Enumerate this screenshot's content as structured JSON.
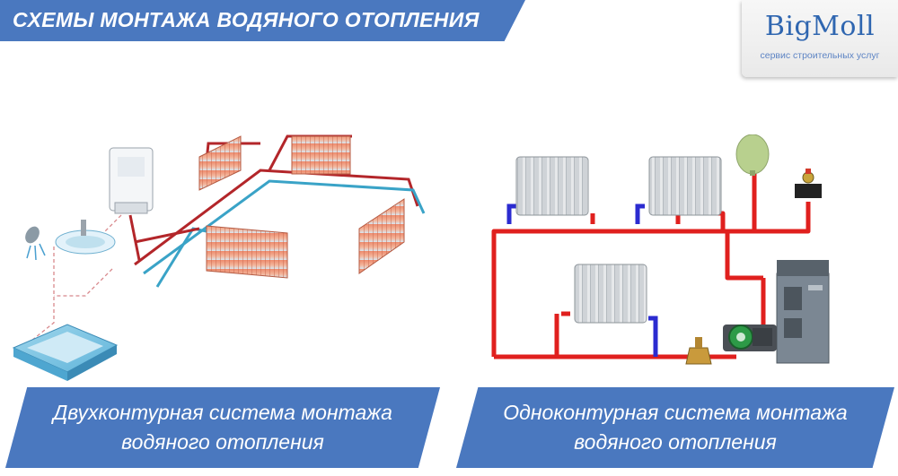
{
  "header": {
    "title": "СХЕМЫ МОНТАЖА ВОДЯНОГО ОТОПЛЕНИЯ"
  },
  "logo": {
    "name": "BigMoll",
    "tagline": "сервис строительных услуг"
  },
  "captions": {
    "left": "Двухконтурная система монтажа водяного отопления",
    "right": "Одноконтурная система монтажа водяного отопления"
  },
  "colors": {
    "banner": "#4a78bf",
    "hot_pipe": "#e0201e",
    "cold_pipe": "#2b2bd0",
    "return_pipe": "#3aa3c7",
    "radiator_hot": "#ee8a6c",
    "radiator_cool": "#d7e6f0",
    "expansion_tank": "#b8d08e"
  },
  "icons": [
    "boiler-icon",
    "radiator-icon",
    "sink-icon",
    "shower-icon",
    "bathtub-icon",
    "pump-icon",
    "valve-icon",
    "expansion-tank-icon"
  ]
}
